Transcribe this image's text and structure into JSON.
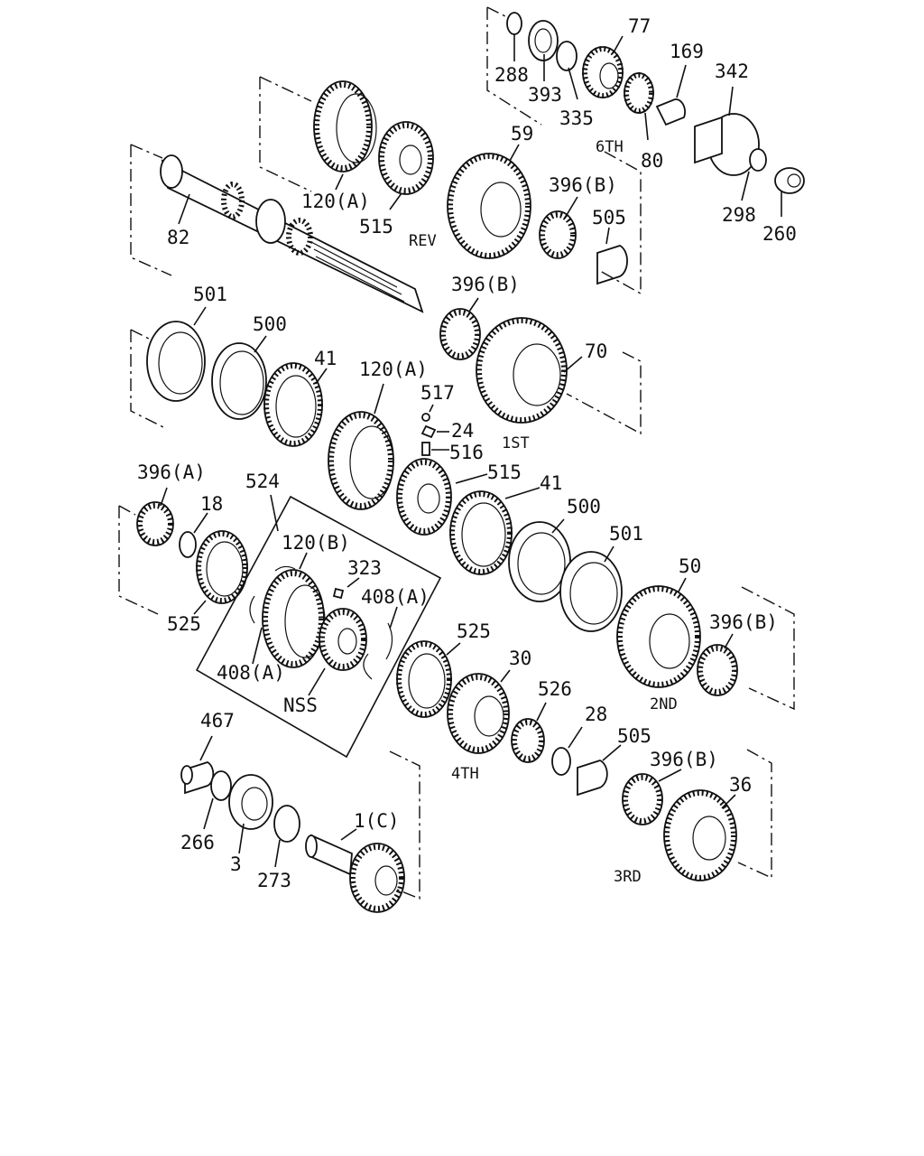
{
  "diagram": {
    "callouts": [
      {
        "id": "c-288",
        "text": "288"
      },
      {
        "id": "c-393",
        "text": "393"
      },
      {
        "id": "c-77",
        "text": "77"
      },
      {
        "id": "c-335",
        "text": "335"
      },
      {
        "id": "c-80",
        "text": "80"
      },
      {
        "id": "c-169",
        "text": "169"
      },
      {
        "id": "c-342",
        "text": "342"
      },
      {
        "id": "c-298",
        "text": "298"
      },
      {
        "id": "c-260",
        "text": "260"
      },
      {
        "id": "c-59",
        "text": "59"
      },
      {
        "id": "c-6th",
        "text": "6TH"
      },
      {
        "id": "c-396b-1",
        "text": "396(B)"
      },
      {
        "id": "c-505-1",
        "text": "505"
      },
      {
        "id": "c-rev",
        "text": "REV"
      },
      {
        "id": "c-120a-1",
        "text": "120(A)"
      },
      {
        "id": "c-515-1",
        "text": "515"
      },
      {
        "id": "c-82",
        "text": "82"
      },
      {
        "id": "c-396b-2",
        "text": "396(B)"
      },
      {
        "id": "c-70",
        "text": "70"
      },
      {
        "id": "c-501-1",
        "text": "501"
      },
      {
        "id": "c-500-1",
        "text": "500"
      },
      {
        "id": "c-41-1",
        "text": "41"
      },
      {
        "id": "c-120a-2",
        "text": "120(A)"
      },
      {
        "id": "c-517",
        "text": "517"
      },
      {
        "id": "c-24",
        "text": "24"
      },
      {
        "id": "c-516",
        "text": "516"
      },
      {
        "id": "c-1st",
        "text": "1ST"
      },
      {
        "id": "c-515-2",
        "text": "515"
      },
      {
        "id": "c-41-2",
        "text": "41"
      },
      {
        "id": "c-396a",
        "text": "396(A)"
      },
      {
        "id": "c-18",
        "text": "18"
      },
      {
        "id": "c-524",
        "text": "524"
      },
      {
        "id": "c-500-2",
        "text": "500"
      },
      {
        "id": "c-501-2",
        "text": "501"
      },
      {
        "id": "c-120b",
        "text": "120(B)"
      },
      {
        "id": "c-323",
        "text": "323"
      },
      {
        "id": "c-408a-1",
        "text": "408(A)"
      },
      {
        "id": "c-50",
        "text": "50"
      },
      {
        "id": "c-396b-3",
        "text": "396(B)"
      },
      {
        "id": "c-525-1",
        "text": "525"
      },
      {
        "id": "c-408a-2",
        "text": "408(A)"
      },
      {
        "id": "c-nss",
        "text": "NSS"
      },
      {
        "id": "c-525-2",
        "text": "525"
      },
      {
        "id": "c-30",
        "text": "30"
      },
      {
        "id": "c-2nd",
        "text": "2ND"
      },
      {
        "id": "c-526",
        "text": "526"
      },
      {
        "id": "c-28",
        "text": "28"
      },
      {
        "id": "c-505-2",
        "text": "505"
      },
      {
        "id": "c-396b-4",
        "text": "396(B)"
      },
      {
        "id": "c-36",
        "text": "36"
      },
      {
        "id": "c-467",
        "text": "467"
      },
      {
        "id": "c-4th",
        "text": "4TH"
      },
      {
        "id": "c-1c",
        "text": "1(C)"
      },
      {
        "id": "c-266",
        "text": "266"
      },
      {
        "id": "c-3",
        "text": "3"
      },
      {
        "id": "c-273",
        "text": "273"
      },
      {
        "id": "c-3rd",
        "text": "3RD"
      }
    ]
  }
}
